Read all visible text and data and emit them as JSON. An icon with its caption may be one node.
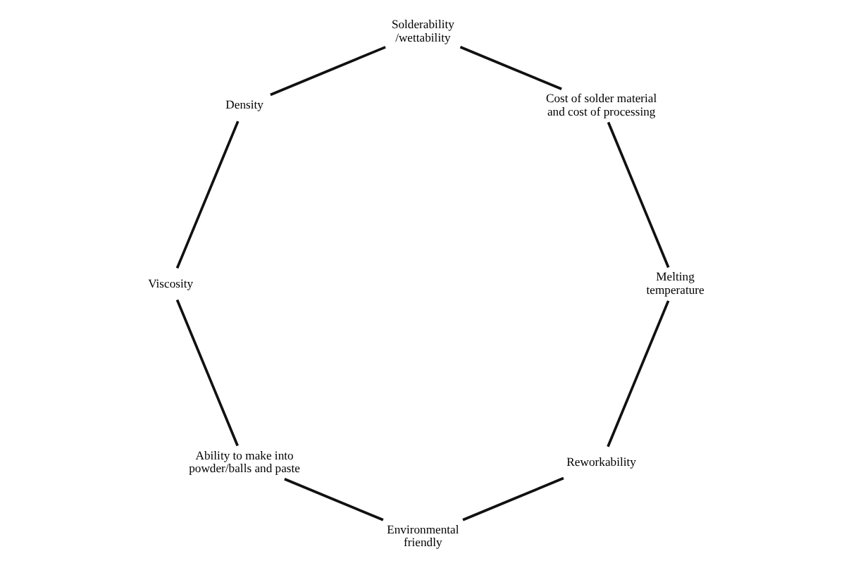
{
  "diagram": {
    "nodes": [
      {
        "text": [
          "Reworkability"
        ]
      },
      {
        "text": [
          "Environmental friendly"
        ]
      },
      {
        "text": [
          "Ability to make into powder/balls and paste"
        ]
      },
      {
        "text": [
          "Viscosity"
        ]
      },
      {
        "text": [
          "Density"
        ]
      },
      {
        "text": [
          "Solderability /wettability"
        ]
      },
      {
        "text": [
          "Cost of solder material and cost of processing"
        ]
      },
      {
        "text": [
          "Melting temperature"
        ]
      }
    ],
    "edges": [
      {
        "from": 0,
        "to": 1,
        "arrow": "none"
      },
      {
        "from": 1,
        "to": 2,
        "arrow": "none"
      },
      {
        "from": 2,
        "to": 3,
        "arrow": "none"
      },
      {
        "from": 3,
        "to": 4,
        "arrow": "none"
      },
      {
        "from": 4,
        "to": 5,
        "arrow": "none"
      },
      {
        "from": 5,
        "to": 6,
        "arrow": "none"
      },
      {
        "from": 6,
        "to": 7,
        "arrow": "none"
      },
      {
        "from": 7,
        "to": 0,
        "arrow": "none"
      }
    ]
  }
}
